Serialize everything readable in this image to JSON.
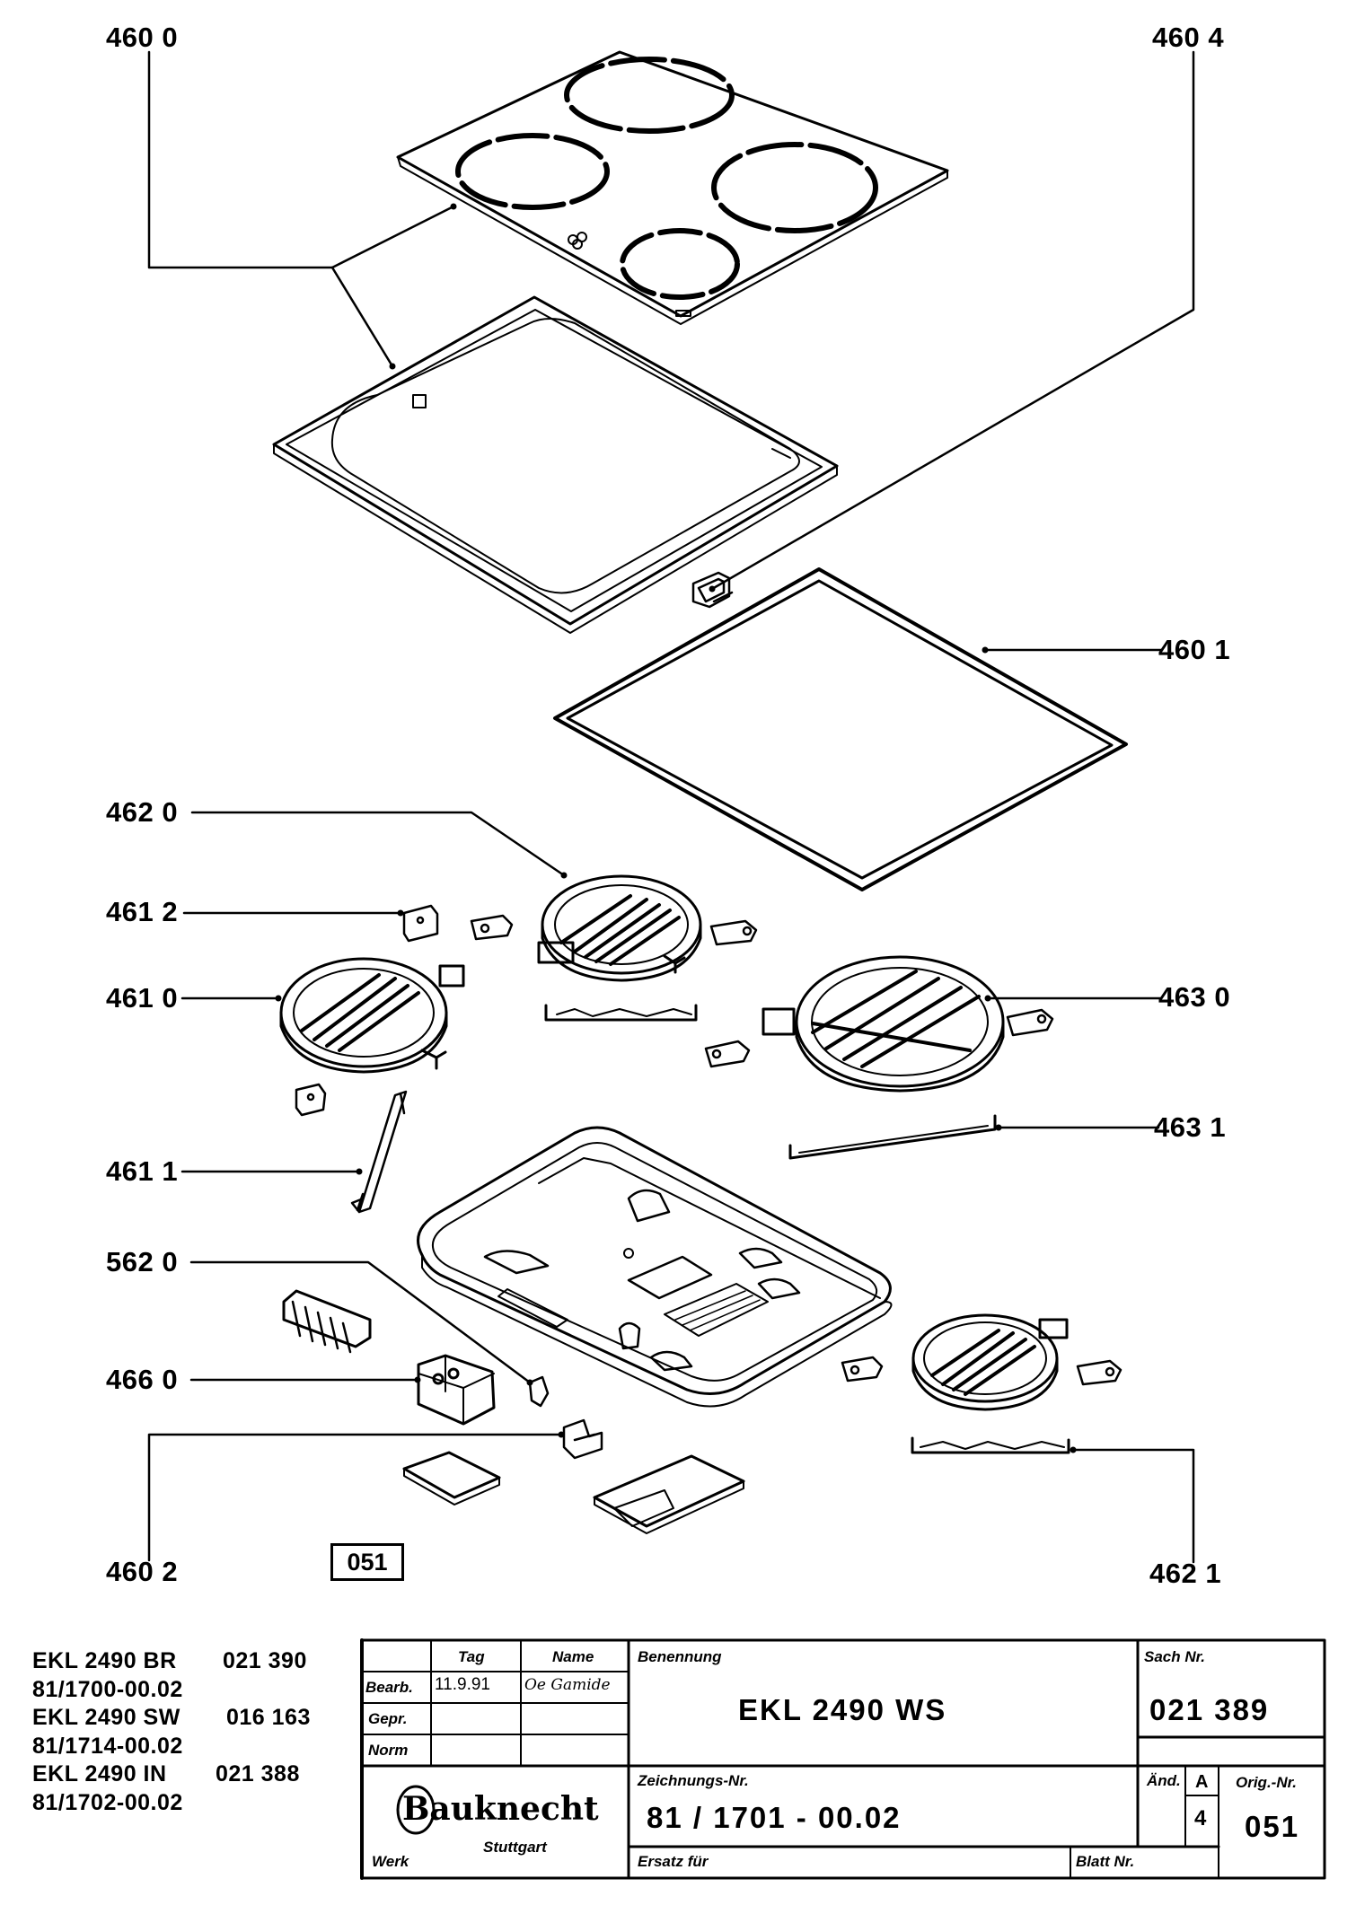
{
  "callouts": {
    "c4600": "460 0",
    "c4604": "460 4",
    "c4601": "460 1",
    "c4620": "462 0",
    "c4612": "461 2",
    "c4610": "461 0",
    "c4630": "463 0",
    "c4631": "463 1",
    "c4611": "461 1",
    "c5620": "562 0",
    "c4660": "466 0",
    "c4602": "460 2",
    "c4621": "462 1"
  },
  "sheet_box": "051",
  "variants": [
    {
      "model": "EKL 2490 BR",
      "code": "021 390",
      "drawing": "81/1700-00.02"
    },
    {
      "model": "EKL 2490 SW",
      "code": "016 163",
      "drawing": "81/1714-00.02"
    },
    {
      "model": "EKL 2490 IN",
      "code": "021 388",
      "drawing": "81/1702-00.02"
    }
  ],
  "title_block": {
    "tag_label": "Tag",
    "name_label": "Name",
    "bearb_label": "Bearb.",
    "bearb_date": "11.9.91",
    "bearb_name": "Oe Gamide",
    "gepr_label": "Gepr.",
    "norm_label": "Norm",
    "benennung_label": "Benennung",
    "benennung": "EKL 2490 WS",
    "sach_label": "Sach Nr.",
    "sach_nr": "021 389",
    "zeichnung_label": "Zeichnungs-Nr.",
    "zeichnung_nr": "81 / 1701 - 00.02",
    "aend_label": "Änd.",
    "aend_letter": "A",
    "aend_value": "4",
    "orig_label": "Orig.-Nr.",
    "orig_nr": "051",
    "ersatz_label": "Ersatz für",
    "blatt_label": "Blatt Nr.",
    "werk_label": "Werk",
    "logo": "Bauknecht",
    "logo_city": "Stuttgart"
  },
  "colors": {
    "ink": "#000000",
    "paper": "#ffffff"
  }
}
